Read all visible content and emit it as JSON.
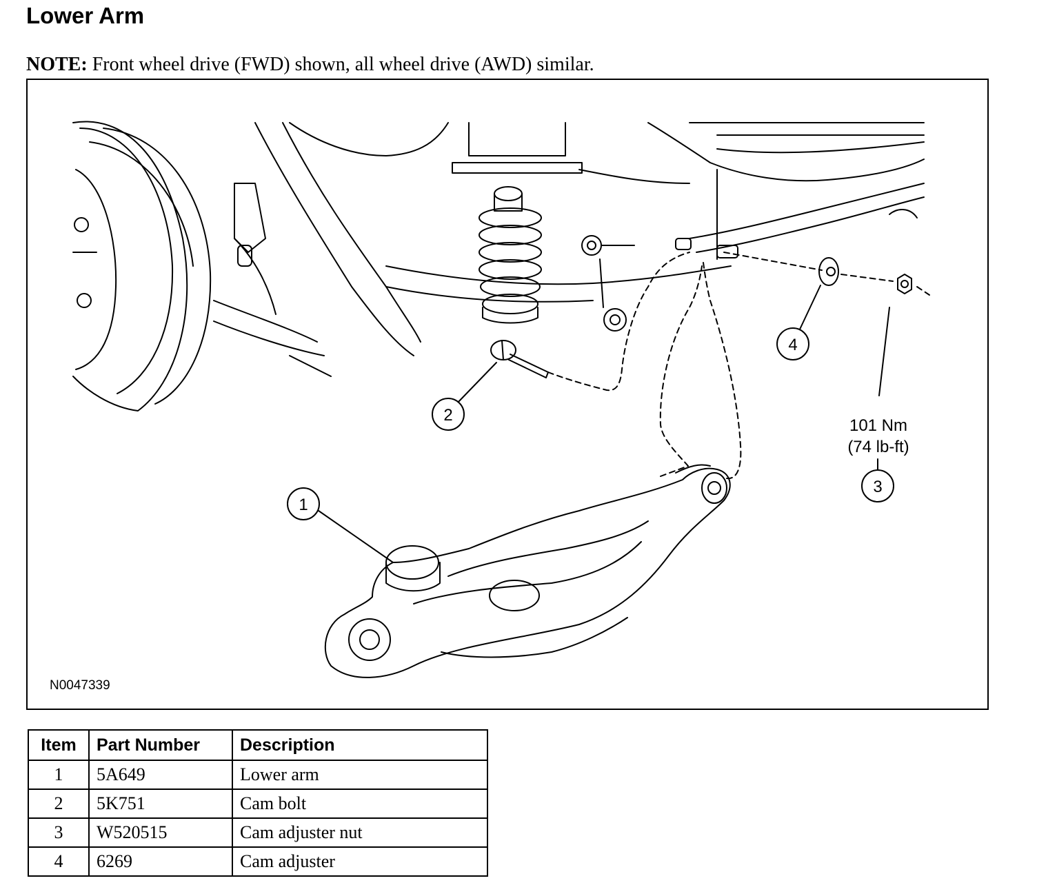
{
  "title": "Lower Arm",
  "note": {
    "label": "NOTE:",
    "text": " Front wheel drive (FWD) shown, all wheel drive (AWD) similar."
  },
  "figure": {
    "figure_id": "N0047339",
    "callouts": [
      "1",
      "2",
      "3",
      "4"
    ],
    "torque": {
      "nm": "101 Nm",
      "lbft": "(74 lb-ft)"
    }
  },
  "table": {
    "headers": [
      "Item",
      "Part Number",
      "Description"
    ],
    "rows": [
      {
        "item": "1",
        "part_number": "5A649",
        "description": "Lower arm"
      },
      {
        "item": "2",
        "part_number": "5K751",
        "description": "Cam bolt"
      },
      {
        "item": "3",
        "part_number": "W520515",
        "description": "Cam adjuster nut"
      },
      {
        "item": "4",
        "part_number": "6269",
        "description": "Cam adjuster"
      }
    ]
  }
}
